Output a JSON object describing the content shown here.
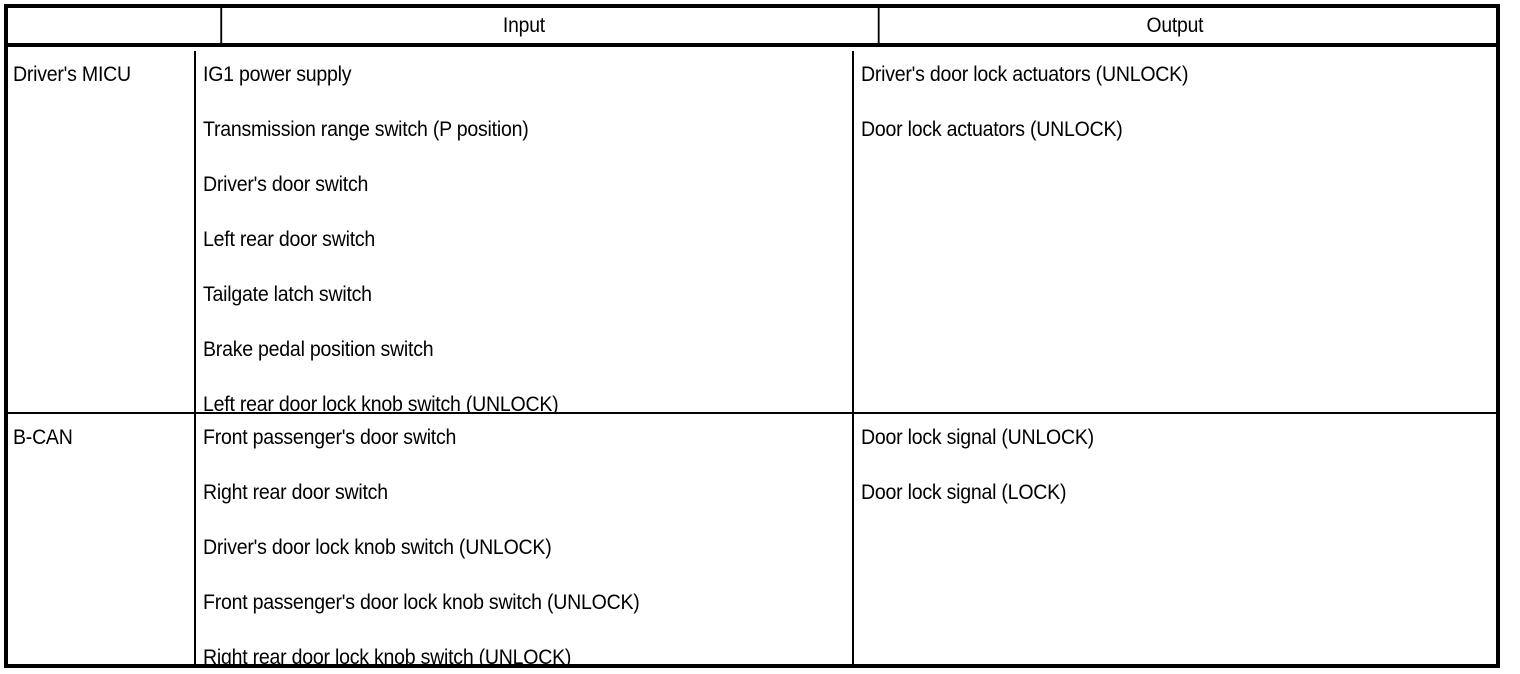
{
  "table": {
    "headers": {
      "module": "",
      "input": "Input",
      "output": "Output"
    },
    "rows": [
      {
        "module": "Driver's MICU",
        "inputs": [
          "IG1 power supply",
          "Transmission range switch (P position)",
          "Driver's door switch",
          "Left rear door switch",
          "Tailgate latch switch",
          "Brake pedal position switch",
          "Left rear door lock knob switch (UNLOCK)"
        ],
        "outputs": [
          "Driver's door lock actuators (UNLOCK)",
          "Door lock actuators (UNLOCK)"
        ]
      },
      {
        "module": "B-CAN",
        "inputs": [
          "Front passenger's door switch",
          "Right rear door switch",
          "Driver's door lock knob switch (UNLOCK)",
          "Front passenger's door lock knob switch (UNLOCK)",
          "Right rear door lock knob switch (UNLOCK)"
        ],
        "outputs": [
          "Door lock signal (UNLOCK)",
          "Door lock signal (LOCK)"
        ]
      }
    ]
  },
  "colors": {
    "border": "#000000",
    "text": "#000000",
    "background": "#ffffff"
  }
}
